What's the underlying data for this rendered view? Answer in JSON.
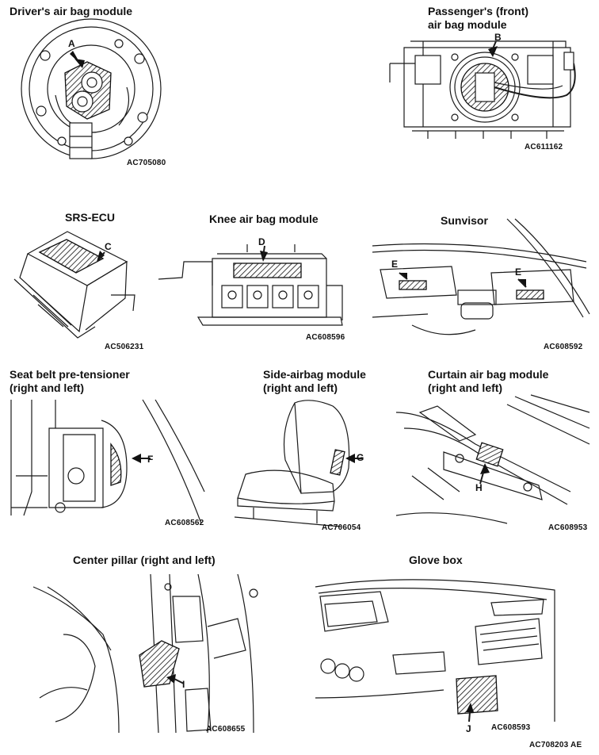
{
  "diagram": {
    "panels": [
      {
        "title": "Driver's air bag module",
        "code": "AC705080",
        "callout": "A"
      },
      {
        "title": "Passenger's (front)\nair bag module",
        "title_line1": "Passenger's (front)",
        "title_line2": "air bag module",
        "code": "AC611162",
        "callout": "B"
      },
      {
        "title": "SRS-ECU",
        "code": "AC506231",
        "callout": "C"
      },
      {
        "title": "Knee air bag module",
        "code": "AC608596",
        "callout": "D"
      },
      {
        "title": "Sunvisor",
        "code": "AC608592",
        "callout_left": "E",
        "callout_right": "E"
      },
      {
        "title_line1": "Seat belt pre-tensioner",
        "title_line2": "(right and left)",
        "code": "AC608562",
        "callout": "F"
      },
      {
        "title_line1": "Side-airbag module",
        "title_line2": "(right and left)",
        "code": "AC706054",
        "callout": "G"
      },
      {
        "title_line1": "Curtain air bag module",
        "title_line2": "(right and left)",
        "code": "AC608953",
        "callout": "H"
      },
      {
        "title": "Center pillar (right and left)",
        "code": "AC608655",
        "callout": "I"
      },
      {
        "title": "Glove box",
        "code": "AC608593",
        "callout": "J"
      }
    ],
    "figure_code": "AC708203 AE"
  }
}
